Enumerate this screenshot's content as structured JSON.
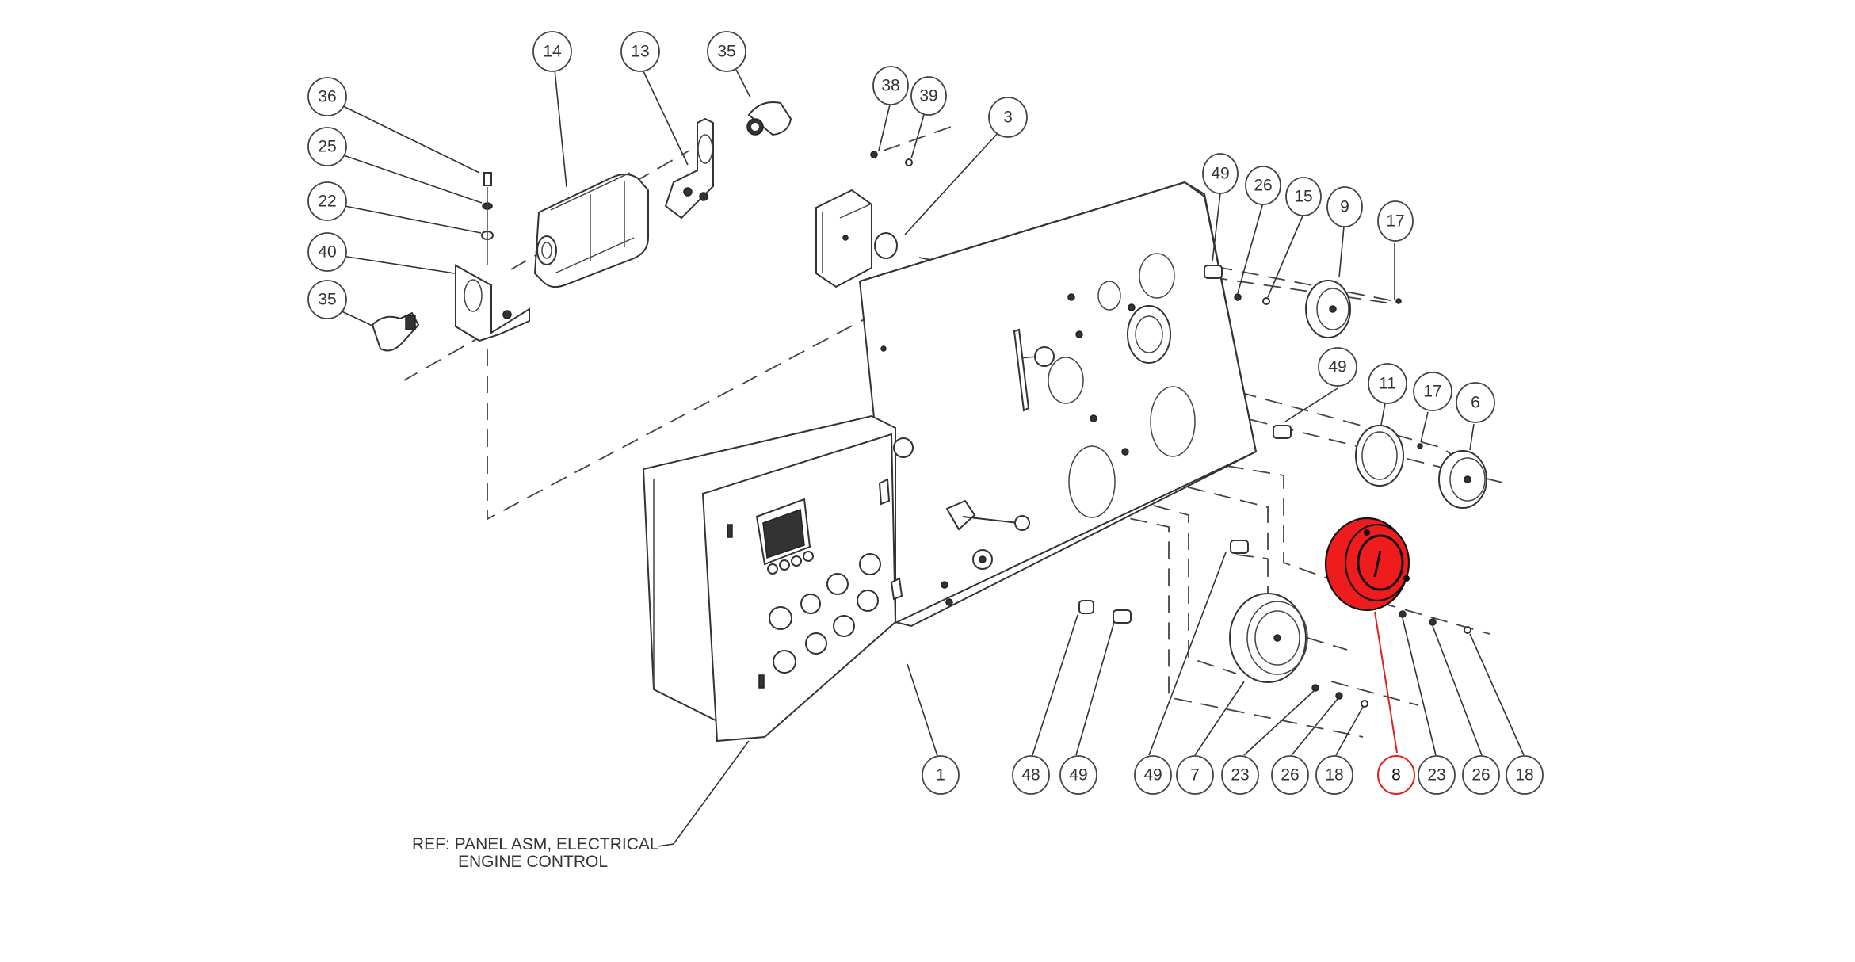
{
  "diagram": {
    "title": "Exploded parts view - engine control panel",
    "highlight_color": "#ee1c1c",
    "highlighted_item": "8",
    "reference_note": {
      "line1": "REF: PANEL ASM, ELECTRICAL",
      "line2": "ENGINE CONTROL"
    },
    "callouts": [
      {
        "id": "c36",
        "label": "36"
      },
      {
        "id": "c25",
        "label": "25"
      },
      {
        "id": "c22",
        "label": "22"
      },
      {
        "id": "c40",
        "label": "40"
      },
      {
        "id": "c35a",
        "label": "35"
      },
      {
        "id": "c14",
        "label": "14"
      },
      {
        "id": "c13",
        "label": "13"
      },
      {
        "id": "c35b",
        "label": "35"
      },
      {
        "id": "c38",
        "label": "38"
      },
      {
        "id": "c39",
        "label": "39"
      },
      {
        "id": "c3",
        "label": "3"
      },
      {
        "id": "c49a",
        "label": "49"
      },
      {
        "id": "c26a",
        "label": "26"
      },
      {
        "id": "c15",
        "label": "15"
      },
      {
        "id": "c9",
        "label": "9"
      },
      {
        "id": "c17a",
        "label": "17"
      },
      {
        "id": "c49b",
        "label": "49"
      },
      {
        "id": "c11",
        "label": "11"
      },
      {
        "id": "c17b",
        "label": "17"
      },
      {
        "id": "c6",
        "label": "6"
      },
      {
        "id": "c1",
        "label": "1"
      },
      {
        "id": "c48",
        "label": "48"
      },
      {
        "id": "c49c",
        "label": "49"
      },
      {
        "id": "c49d",
        "label": "49"
      },
      {
        "id": "c7",
        "label": "7"
      },
      {
        "id": "c23a",
        "label": "23"
      },
      {
        "id": "c26b",
        "label": "26"
      },
      {
        "id": "c18a",
        "label": "18"
      },
      {
        "id": "c8",
        "label": "8"
      },
      {
        "id": "c23b",
        "label": "23"
      },
      {
        "id": "c26c",
        "label": "26"
      },
      {
        "id": "c18b",
        "label": "18"
      }
    ]
  }
}
